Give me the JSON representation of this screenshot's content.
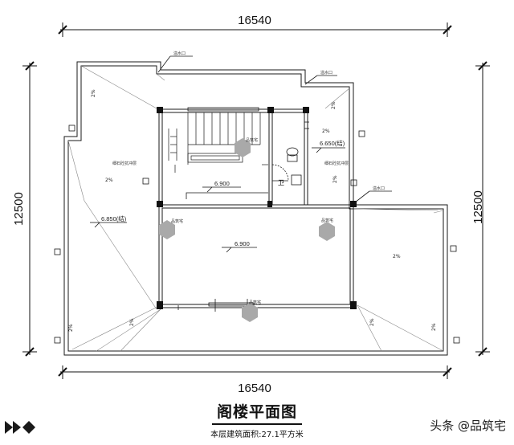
{
  "dimensions": {
    "top_width": "16540",
    "bottom_width": "16540",
    "left_depth": "12500",
    "right_depth": "12500"
  },
  "labels": {
    "drain": "溢水口",
    "slope": "2%",
    "gravel_layer": "细石砼抗冲层",
    "toilet": "卫"
  },
  "elevations": {
    "stair_landing": "6.900",
    "main_room": "6.900",
    "left_roof": "6.850(结)",
    "right_roof": "6.650(结)"
  },
  "logo_text": "品筑宅",
  "title": "阁楼平面图",
  "subtitle": "本层建筑面积:27.1平方米",
  "watermark": "头条 @品筑宅",
  "colors": {
    "line": "#1a1a1a",
    "wall": "#1a1a1a",
    "logo_gray": "#a9a9a9"
  }
}
